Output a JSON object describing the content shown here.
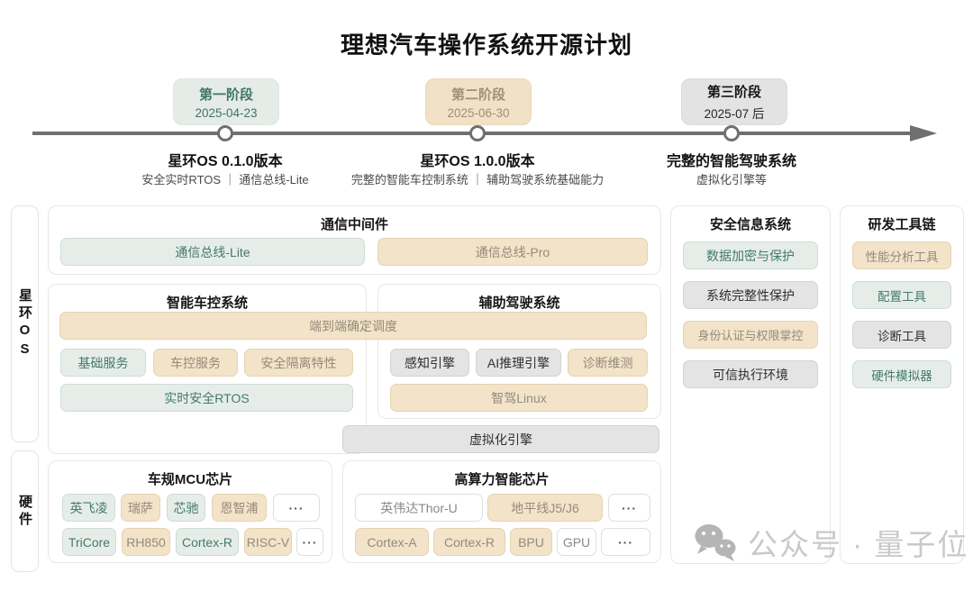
{
  "title": "理想汽车操作系统开源计划",
  "colors": {
    "green_bg": "#e6ede9",
    "green_text": "#447a6c",
    "tan_bg": "#f2e3c9",
    "tan_text": "#958b7b",
    "gray_bg": "#e4e4e4",
    "gray_text": "#2e2e2e",
    "timeline_line": "#6f6f6f",
    "watermark": "#c9c9c9"
  },
  "timeline": {
    "stages": [
      {
        "label": "第一阶段",
        "date": "2025-04-23",
        "milestone": "星环OS 0.1.0版本",
        "detail": "安全实时RTOS ｜ 通信总线-Lite"
      },
      {
        "label": "第二阶段",
        "date": "2025-06-30",
        "milestone": "星环OS 1.0.0版本",
        "detail": "完整的智能车控制系统 ｜ 辅助驾驶系统基础能力"
      },
      {
        "label": "第三阶段",
        "date": "2025-07 后",
        "milestone": "完整的智能驾驶系统",
        "detail": "虚拟化引擎等"
      }
    ]
  },
  "rails": {
    "os": "星环OS",
    "hardware": "硬件"
  },
  "cards": {
    "middleware": {
      "title": "通信中间件",
      "lite": "通信总线-Lite",
      "pro": "通信总线-Pro"
    },
    "vehicle": {
      "title": "智能车控系统",
      "e2e": "端到端确定调度",
      "basic": "基础服务",
      "control": "车控服务",
      "isolation": "安全隔离特性",
      "rtos": "实时安全RTOS"
    },
    "adas": {
      "title": "辅助驾驶系统",
      "perception": "感知引擎",
      "ai": "AI推理引擎",
      "diagnosis": "诊断维测",
      "linux": "智驾Linux"
    },
    "virtualization": "虚拟化引擎",
    "mcu": {
      "title": "车规MCU芯片",
      "row1": [
        "英飞凌",
        "瑞萨",
        "芯驰",
        "恩智浦",
        "···"
      ],
      "row2": [
        "TriCore",
        "RH850",
        "Cortex-R",
        "RISC-V",
        "···"
      ]
    },
    "soc": {
      "title": "高算力智能芯片",
      "row1": [
        "英伟达Thor-U",
        "地平线J5/J6",
        "···"
      ],
      "row2": [
        "Cortex-A",
        "Cortex-R",
        "BPU",
        "GPU",
        "···"
      ]
    },
    "security": {
      "title": "安全信息系统",
      "items": [
        "数据加密与保护",
        "系统完整性保护",
        "身份认证与权限掌控",
        "可信执行环境"
      ]
    },
    "tools": {
      "title": "研发工具链",
      "items": [
        "性能分析工具",
        "配置工具",
        "诊断工具",
        "硬件模拟器"
      ]
    }
  },
  "watermark": {
    "text": "公众号 · 量子位"
  }
}
